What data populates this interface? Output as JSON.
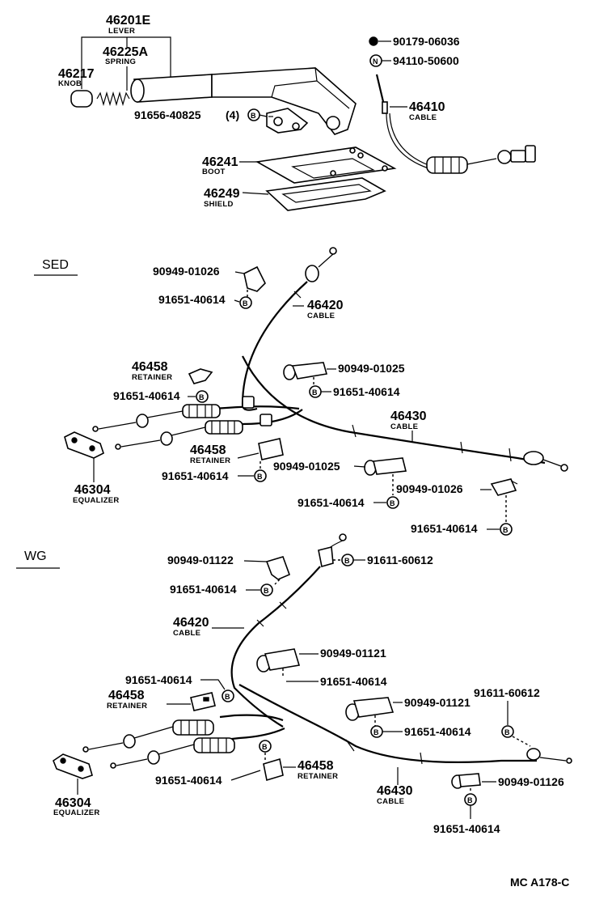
{
  "labels": {
    "lever_pn": "46201E",
    "lever_name": "LEVER",
    "spring_pn": "46225A",
    "spring_name": "SPRING",
    "knob_pn": "46217",
    "knob_name": "KNOB",
    "bolt_pn": "91656-40825",
    "bolt_qty": "(4)",
    "nut1_pn": "90179-06036",
    "nut2_pn": "94110-50600",
    "cable_front_pn": "46410",
    "cable_front_name": "CABLE",
    "boot_pn": "46241",
    "boot_name": "BOOT",
    "shield_pn": "46249",
    "shield_name": "SHIELD",
    "sed_label": "SED",
    "sed_clamp1_pn": "90949-01026",
    "sed_bolt1_pn": "91651-40614",
    "sed_cable_l_pn": "46420",
    "sed_cable_l_name": "CABLE",
    "sed_retainer1_pn": "46458",
    "sed_retainer1_name": "RETAINER",
    "sed_bolt2_pn": "91651-40614",
    "sed_clamp2_pn": "90949-01025",
    "sed_bolt3_pn": "91651-40614",
    "sed_cable_r_pn": "46430",
    "sed_cable_r_name": "CABLE",
    "sed_retainer2_pn": "46458",
    "sed_retainer2_name": "RETAINER",
    "sed_bolt4_pn": "91651-40614",
    "sed_clamp3_pn": "90949-01025",
    "sed_clamp4_pn": "90949-01026",
    "sed_bolt5_pn": "91651-40614",
    "sed_bolt6_pn": "91651-40614",
    "sed_equalizer_pn": "46304",
    "sed_equalizer_name": "EQUALIZER",
    "wg_label": "WG",
    "wg_clamp1_pn": "90949-01122",
    "wg_bolt1_pn": "91611-60612",
    "wg_bolt2_pn": "91651-40614",
    "wg_cable_l_pn": "46420",
    "wg_cable_l_name": "CABLE",
    "wg_clamp2_pn": "90949-01121",
    "wg_bolt3_pn": "91651-40614",
    "wg_bolt4_pn": "91651-40614",
    "wg_retainer1_pn": "46458",
    "wg_retainer1_name": "RETAINER",
    "wg_clamp3_pn": "90949-01121",
    "wg_bolt5_pn": "91611-60612",
    "wg_bolt6_pn": "91651-40614",
    "wg_retainer2_pn": "46458",
    "wg_retainer2_name": "RETAINER",
    "wg_bolt7_pn": "91651-40614",
    "wg_cable_r_pn": "46430",
    "wg_cable_r_name": "CABLE",
    "wg_clamp4_pn": "90949-01126",
    "wg_bolt8_pn": "91651-40614",
    "wg_equalizer_pn": "46304",
    "wg_equalizer_name": "EQUALIZER",
    "figure_code": "MC  A178-C"
  },
  "symbols": {
    "bolt": "B",
    "nut": "N"
  }
}
